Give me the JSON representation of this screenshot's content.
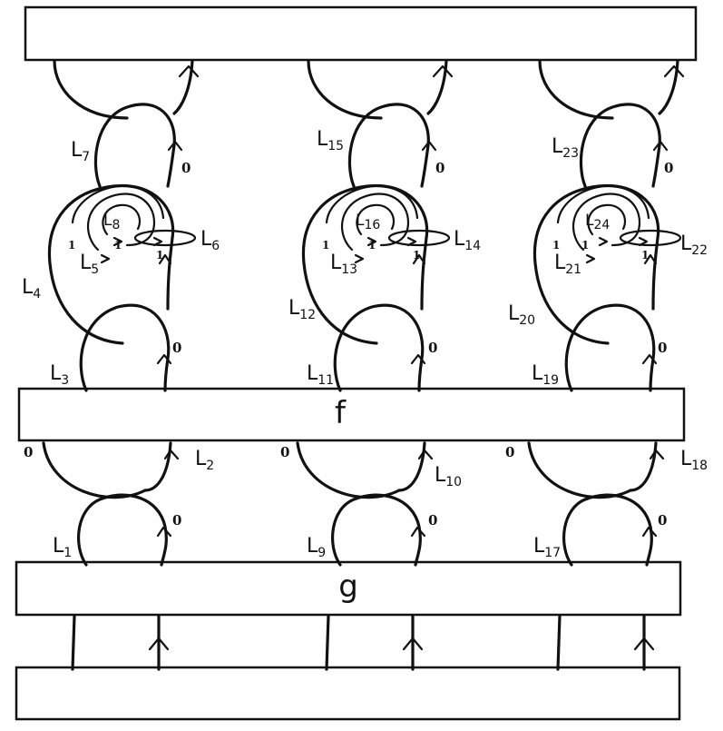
{
  "boxes": {
    "top": "",
    "f": "f",
    "g": "g",
    "bottom": ""
  },
  "columns": [
    {
      "L1": {
        "m": "L",
        "s": "1"
      },
      "L2": {
        "m": "L",
        "s": "2"
      },
      "L3": {
        "m": "L",
        "s": "3"
      },
      "L4": {
        "m": "L",
        "s": "4"
      },
      "L5": {
        "m": "L",
        "s": "5"
      },
      "L6": {
        "m": "L",
        "s": "6"
      },
      "L7": {
        "m": "L",
        "s": "7"
      },
      "L8": {
        "m": "L",
        "s": "8"
      }
    },
    {
      "L1": {
        "m": "L",
        "s": "9"
      },
      "L2": {
        "m": "L",
        "s": "10"
      },
      "L3": {
        "m": "L",
        "s": "11"
      },
      "L4": {
        "m": "L",
        "s": "12"
      },
      "L5": {
        "m": "L",
        "s": "13"
      },
      "L6": {
        "m": "L",
        "s": "14"
      },
      "L7": {
        "m": "L",
        "s": "15"
      },
      "L8": {
        "m": "L",
        "s": "16"
      }
    },
    {
      "L1": {
        "m": "L",
        "s": "17"
      },
      "L2": {
        "m": "L",
        "s": "18"
      },
      "L3": {
        "m": "L",
        "s": "19"
      },
      "L4": {
        "m": "L",
        "s": "20"
      },
      "L5": {
        "m": "L",
        "s": "21"
      },
      "L6": {
        "m": "L",
        "s": "22"
      },
      "L7": {
        "m": "L",
        "s": "23"
      },
      "L8": {
        "m": "L",
        "s": "24"
      }
    }
  ],
  "framings": {
    "zero": "0",
    "one": "1"
  }
}
